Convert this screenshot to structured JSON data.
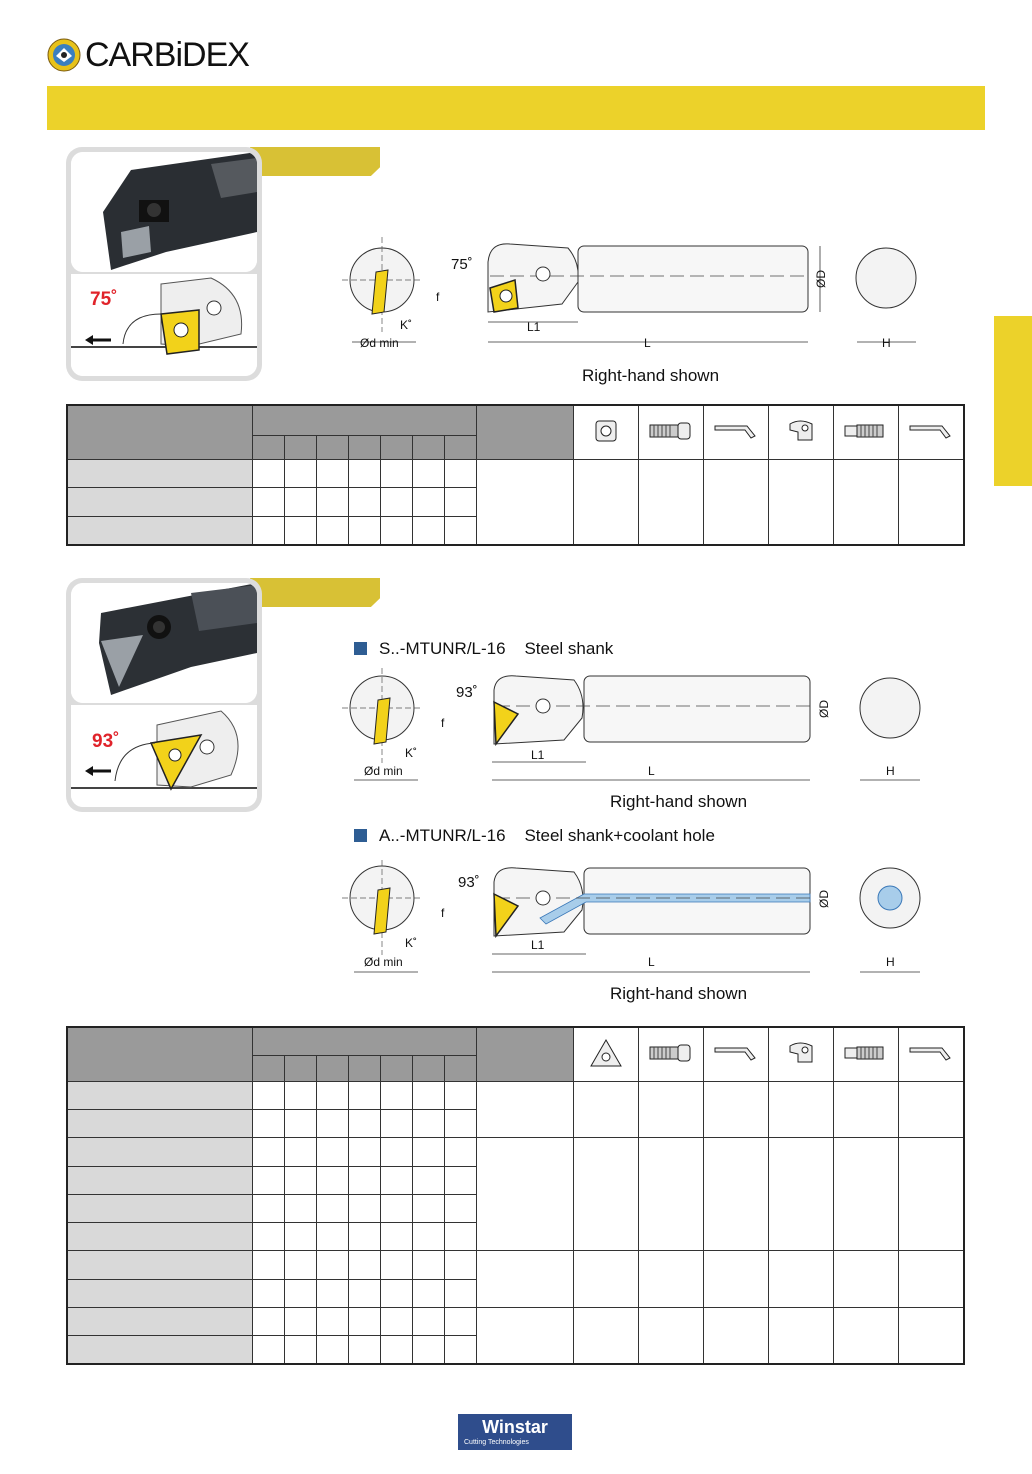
{
  "brand": {
    "name": "CARBiDEX",
    "footer_name": "Winstar",
    "footer_sub": "Cutting Technologies"
  },
  "colors": {
    "accent_yellow": "#ecd22a",
    "tab_yellow": "#d8c135",
    "table_header": "#9a9a9a",
    "row_label": "#d9d9d9",
    "bullet_blue": "#2e5d93",
    "angle_red": "#e0232a",
    "coolant_blue": "#a8cdea"
  },
  "section1": {
    "angle": "75˚",
    "diagram": {
      "angle": "75˚",
      "f": "f",
      "k": "K˚",
      "dmin": "Ød min",
      "l1": "L1",
      "l": "L",
      "d": "ØD",
      "h": "H",
      "caption": "Right-hand shown"
    },
    "table": {
      "rows": 3
    }
  },
  "section2": {
    "angle": "93˚",
    "variant_a": {
      "title": "S..-MTUNR/L-16    Steel shank",
      "caption": "Right-hand shown"
    },
    "variant_b": {
      "title": "A..-MTUNR/L-16    Steel shank+coolant hole",
      "caption": "Right-hand shown"
    },
    "diagram": {
      "angle": "93˚",
      "f": "f",
      "k": "K˚",
      "dmin": "Ød min",
      "l1": "L1",
      "l": "L",
      "d": "ØD",
      "h": "H"
    },
    "table": {
      "rows": 10
    }
  },
  "icons": [
    "insert-square-icon",
    "screw-icon",
    "hex-key-icon",
    "clamp-icon",
    "screw-icon",
    "hex-key-icon"
  ],
  "icons2": [
    "insert-triangle-icon",
    "screw-icon",
    "hex-key-icon",
    "clamp-icon",
    "screw-icon",
    "hex-key-icon"
  ]
}
